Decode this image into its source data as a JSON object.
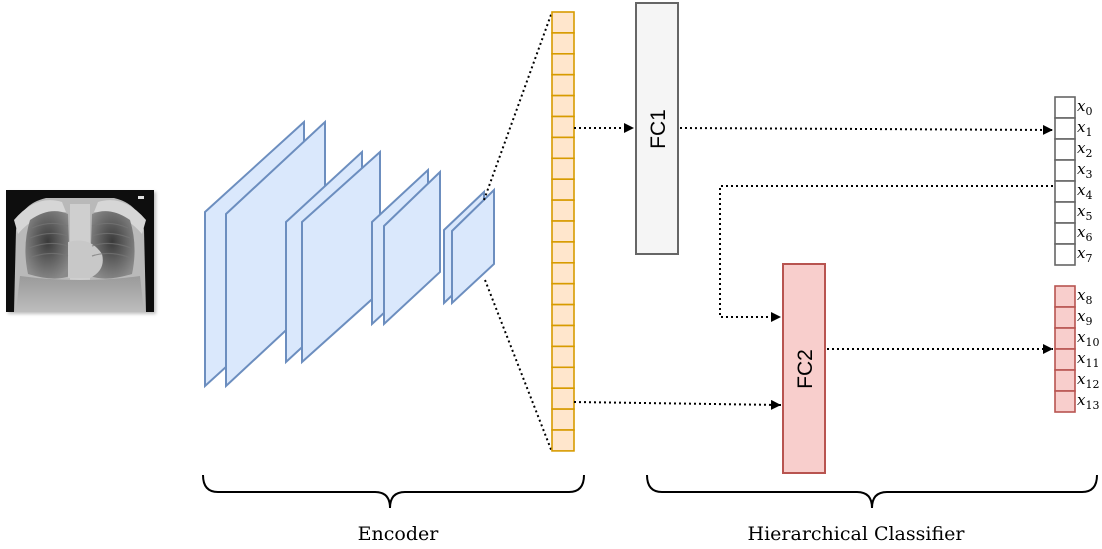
{
  "modules": {
    "fc1_label": "FC1",
    "fc2_label": "FC2"
  },
  "outputs": {
    "group1": [
      "x_0",
      "x_1",
      "x_2",
      "x_3",
      "x_4",
      "x_5",
      "x_6",
      "x_7"
    ],
    "group2": [
      "x_8",
      "x_9",
      "x_10",
      "x_11",
      "x_12",
      "x_13"
    ]
  },
  "braces": {
    "encoder_label": "Encoder",
    "classifier_label": "Hierarchical Classifier"
  },
  "colors": {
    "layer_fill": "#dae8fc",
    "layer_stroke": "#6c8ebf",
    "feature_fill": "#ffe6cc",
    "feature_stroke": "#d79b00",
    "fc1_fill": "#f5f5f5",
    "fc1_stroke": "#666666",
    "fc2_fill": "#f8cecc",
    "fc2_stroke": "#b85450"
  },
  "image": {
    "icon": "chest-xray-image"
  }
}
